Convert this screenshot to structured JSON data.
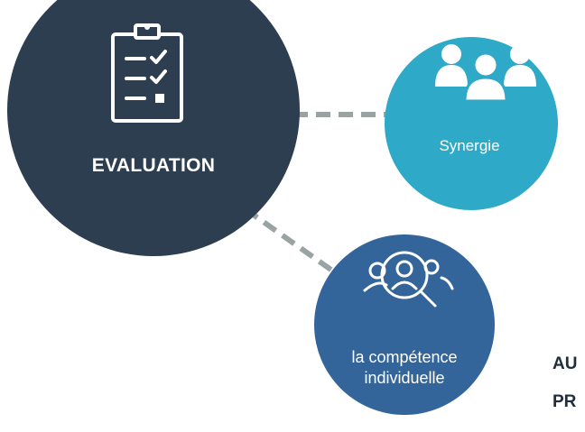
{
  "nodes": {
    "evaluation": {
      "label": "EVALUATION",
      "icon": "clipboard-checklist-icon",
      "color": "#2d3e50"
    },
    "synergie": {
      "label": "Synergie",
      "icon": "team-group-icon",
      "color": "#2eaac8"
    },
    "competence": {
      "line1": "la compétence",
      "line2": "individuelle",
      "icon": "person-search-icon",
      "color": "#34659a"
    }
  },
  "side_text": {
    "line1": "AU",
    "line2": "PR"
  },
  "connector_color": "#9aa3a3"
}
